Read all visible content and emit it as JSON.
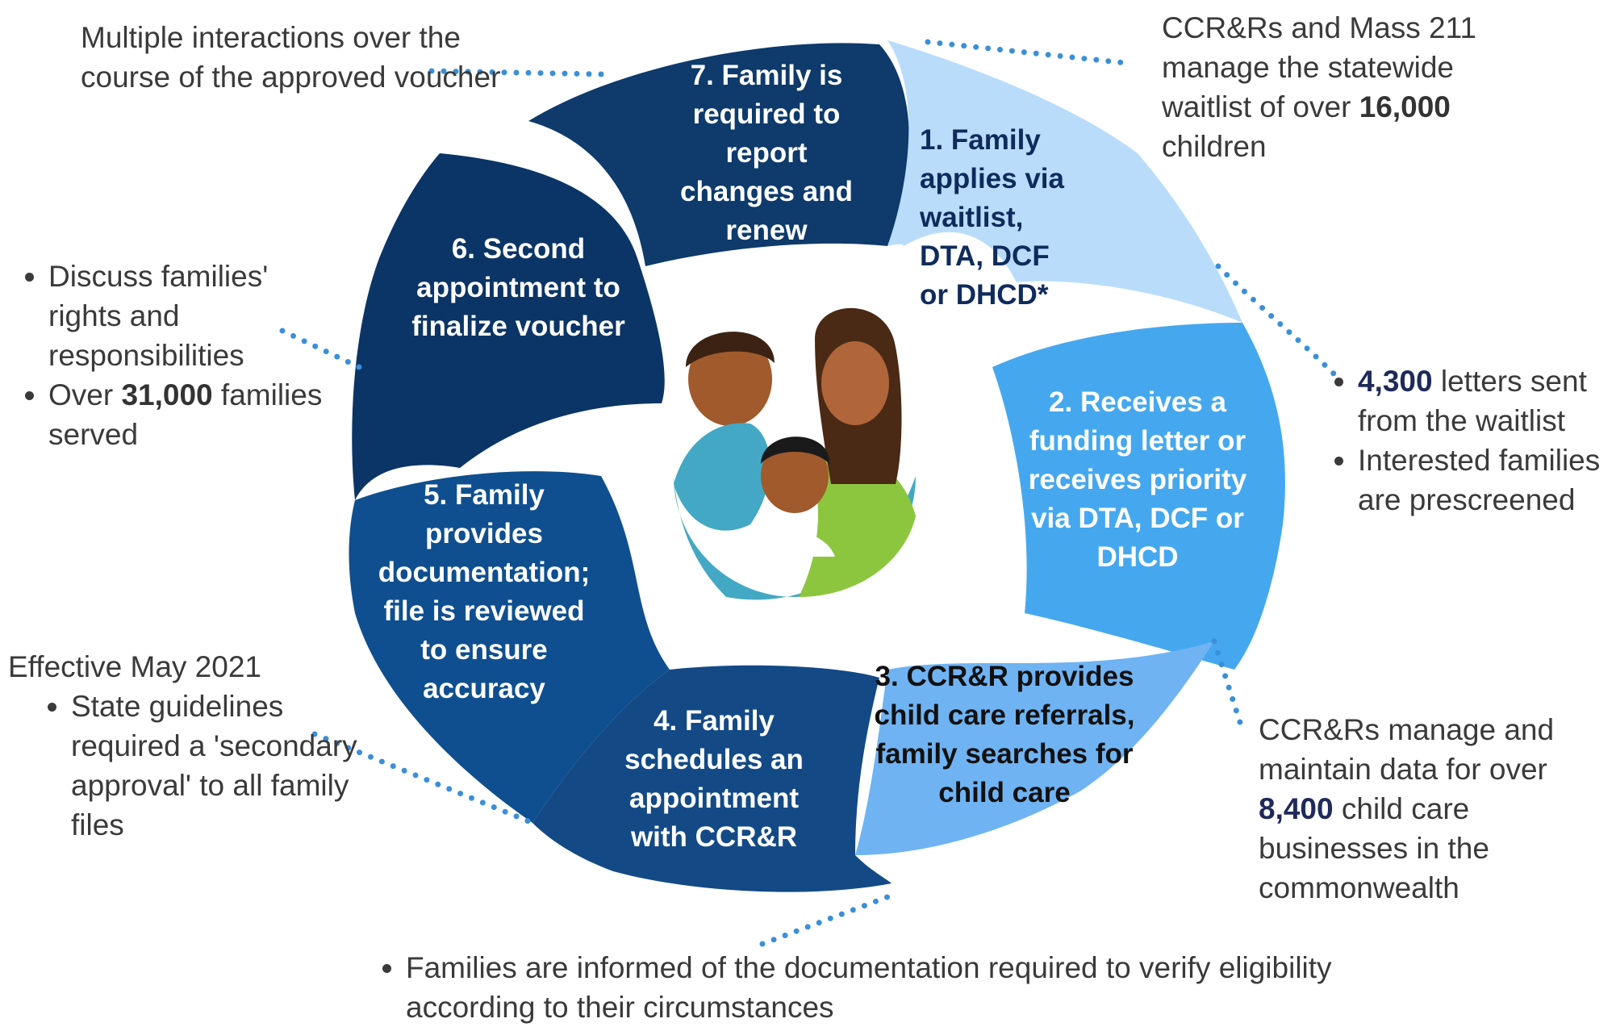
{
  "steps": {
    "s1": "1. Family applies via waitlist, DTA, DCF or DHCD*",
    "s2": "2. Receives a funding letter or receives priority via DTA, DCF or DHCD",
    "s3": "3. CCR&R provides child care referrals, family searches for child care",
    "s4": "4. Family schedules an appointment with CCR&R",
    "s5": "5. Family provides documentation; file is reviewed to ensure accuracy",
    "s6": "6. Second appointment to finalize voucher",
    "s7": "7. Family is required to report changes and renew"
  },
  "notes": {
    "n1": {
      "prefix": "CCR&Rs and Mass 211 manage the statewide waitlist of over ",
      "number": "16,000",
      "suffix": " children"
    },
    "n2": {
      "item1_number": "4,300",
      "item1_suffix": " letters sent from the waitlist",
      "item2": "Interested families are prescreened"
    },
    "n3": {
      "prefix": "CCR&Rs manage and maintain data for over ",
      "number": "8,400",
      "suffix": " child care businesses in the commonwealth"
    },
    "n4": {
      "item1": "Families are informed of the documentation required to verify eligibility according to their circumstances"
    },
    "n5": {
      "heading": "Effective May 2021",
      "item1": "State guidelines required a 'secondary approval' to all family files"
    },
    "n6": {
      "item1": "Discuss families' rights and responsibilities",
      "item2_prefix": "Over ",
      "item2_number": "31,000",
      "item2_suffix": " families served"
    },
    "n7": {
      "text": "Multiple interactions over the course of the approved voucher"
    }
  },
  "colors": {
    "step1": "#b9dcfa",
    "step2": "#45a8ef",
    "step3": "#6fb3f3",
    "step4": "#134a86",
    "step5": "#0f4f8f",
    "step6": "#0b3566",
    "step7": "#0e3a6c",
    "dots": "#3b8fd8",
    "accent_number": "#1f2a5a"
  },
  "center_icon": "family-icon"
}
